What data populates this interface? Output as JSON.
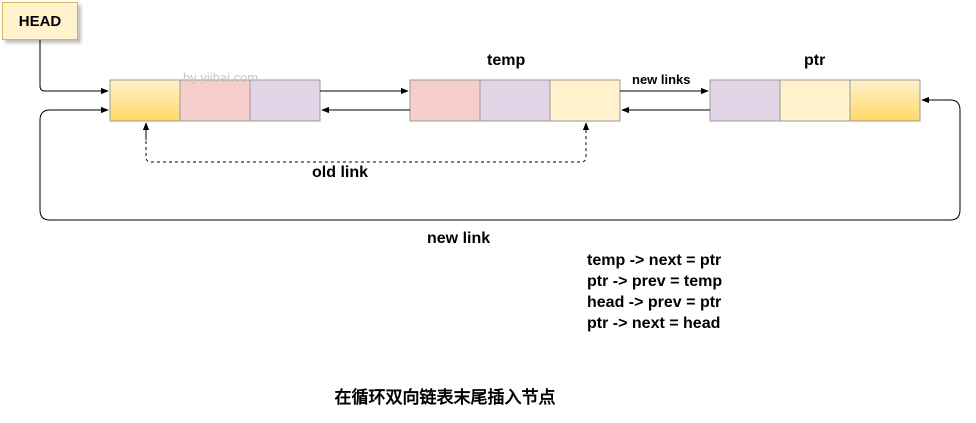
{
  "head_label": "HEAD",
  "watermark": "by yiibai.com",
  "node_labels": {
    "temp": "temp",
    "ptr": "ptr"
  },
  "link_labels": {
    "new_links": "new links",
    "old_link": "old link",
    "new_link": "new link"
  },
  "code_lines": [
    "temp -> next = ptr",
    "ptr -> prev = temp",
    "head -> prev = ptr",
    "ptr -> next = head"
  ],
  "caption": "在循环双向链表末尾插入节点",
  "colors": {
    "yellow_light": "#fff2cc",
    "yellow_dark": "#ffd966",
    "red": "#f8cecc",
    "purple": "#e1d5e7",
    "border": "#999999"
  }
}
